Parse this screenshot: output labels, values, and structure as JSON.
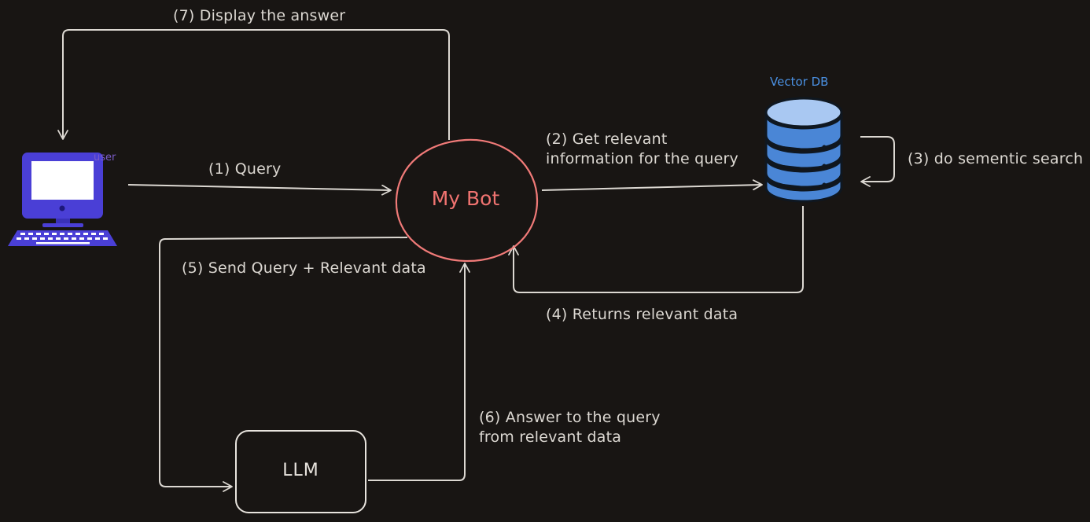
{
  "nodes": {
    "bot": "My Bot",
    "llm": "LLM",
    "vector_db": "Vector DB",
    "user": "user"
  },
  "edges": {
    "query": "(1) Query",
    "get_relevant_line1": "(2) Get relevant",
    "get_relevant_line2": "information for the query",
    "semantic_search": "(3) do sementic search",
    "returns_data": "(4) Returns relevant data",
    "send_query": "(5) Send Query + Relevant data",
    "answer_line1": "(6) Answer to the query",
    "answer_line2": "from relevant data",
    "display_answer": "(7) Display the answer"
  },
  "icons": {
    "user": "computer-icon",
    "vector_db": "database-icon"
  },
  "colors": {
    "background": "#181513",
    "bot_stroke": "#f07a78",
    "bot_text": "#ef7370",
    "arrow": "#dcd8d2",
    "db_blue": "#4a86d6",
    "computer": "#4a3fd6",
    "vector_db_label": "#4a90e2",
    "user_label": "#7a5cc7"
  }
}
